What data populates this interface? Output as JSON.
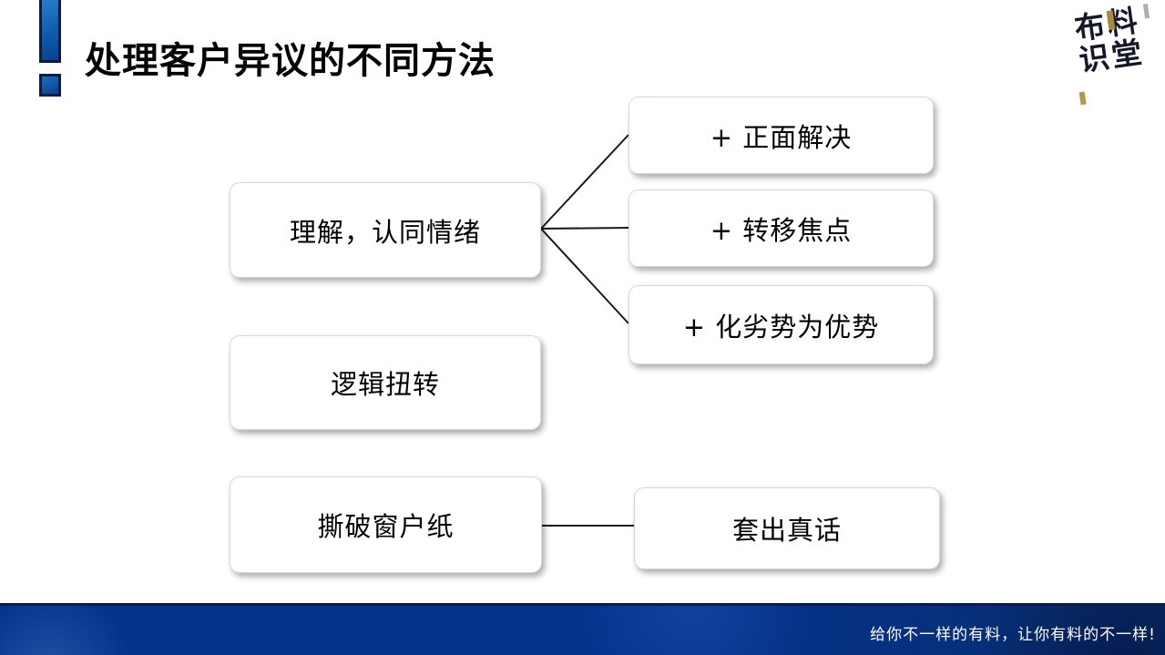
{
  "title": "处理客户异议的不同方法",
  "logo": {
    "line1": "布料",
    "line2": "识堂"
  },
  "footer": {
    "text": "给你不一样的有料，让你有料的不一样!"
  },
  "diagram": {
    "left_nodes": [
      {
        "label": "理解，认同情绪"
      },
      {
        "label": "逻辑扭转"
      },
      {
        "label": "撕破窗户纸"
      }
    ],
    "right_nodes": [
      {
        "label": "+ 正面解决"
      },
      {
        "label": "+ 转移焦点"
      },
      {
        "label": "+ 化劣势为优势"
      },
      {
        "label": "套出真话"
      }
    ],
    "connections": [
      {
        "from": "理解，认同情绪",
        "to": "+ 正面解决"
      },
      {
        "from": "理解，认同情绪",
        "to": "+ 转移焦点"
      },
      {
        "from": "理解，认同情绪",
        "to": "+ 化劣势为优势"
      },
      {
        "from": "撕破窗户纸",
        "to": "套出真话"
      }
    ]
  },
  "colors": {
    "accent_blue": "#0a3f8e",
    "accent_border": "#0c1c45",
    "footer_blue": "#04338c",
    "logo_ink": "#15172b",
    "logo_gold": "#a98a3a",
    "line_black": "#1a1a1a"
  }
}
